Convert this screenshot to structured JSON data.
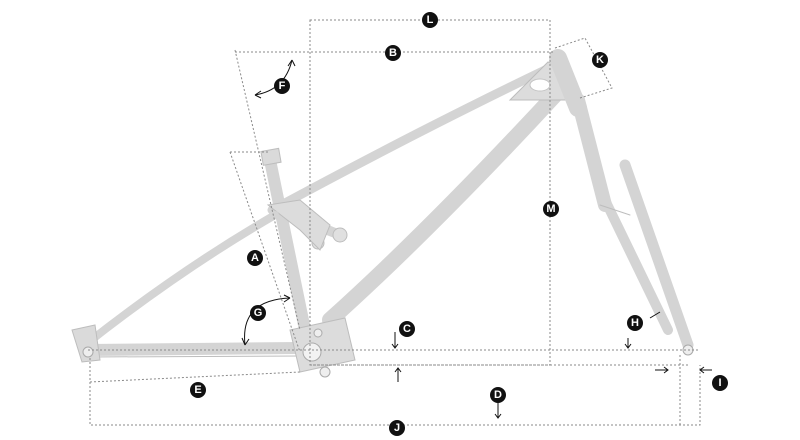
{
  "diagram": {
    "markers": {
      "A": "A",
      "B": "B",
      "C": "C",
      "D": "D",
      "E": "E",
      "F": "F",
      "G": "G",
      "H": "H",
      "I": "I",
      "J": "J",
      "K": "K",
      "L": "L",
      "M": "M"
    },
    "colors": {
      "frame": "#d4d4d4",
      "frame_edge": "#bdbdbd",
      "dimension_line": "#8a8a8a",
      "marker": "#111111",
      "marker_text": "#ffffff"
    }
  }
}
